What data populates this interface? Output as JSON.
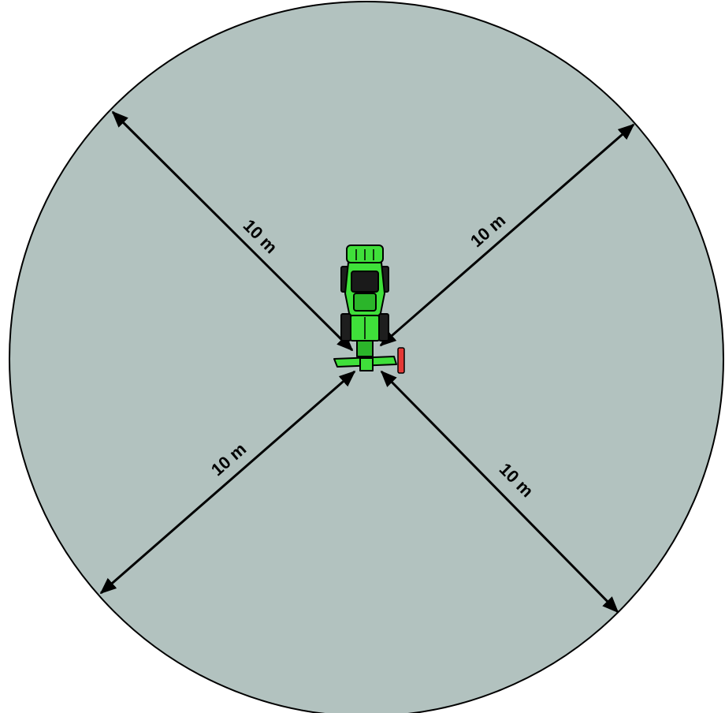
{
  "diagram": {
    "zone_color": "#b2c2bf",
    "outline_color": "#000000",
    "machine_color": "#3fe03a",
    "accent_color": "#e53935",
    "machine_icon": "tractor-with-mower-icon",
    "radius_labels": [
      "10 m",
      "10 m",
      "10 m",
      "10 m"
    ]
  }
}
